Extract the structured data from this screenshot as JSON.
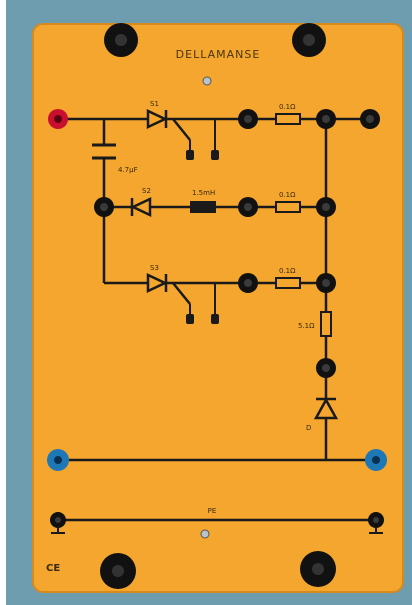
{
  "brand": "DELLAMANSE",
  "labels": {
    "thyristor_top": "S1",
    "capacitor": "4.7µF",
    "diode_mid": "S2",
    "inductor": "1.5mH",
    "resistor_top": "0.1Ω",
    "resistor_mid": "0.1Ω",
    "thyristor_bottom": "S3",
    "resistor_bottom": "0.1Ω",
    "resistor_vertical": "5.1Ω",
    "diode_bottom": "D",
    "ground_bus": "PE",
    "ce_mark": "CE"
  },
  "colors": {
    "panel": "#F4A62E",
    "frame": "#6E9DB0",
    "socket_black": "#111111",
    "socket_red": "#C8102E",
    "socket_blue": "#1E78B8",
    "wire": "#1a1a1a"
  }
}
